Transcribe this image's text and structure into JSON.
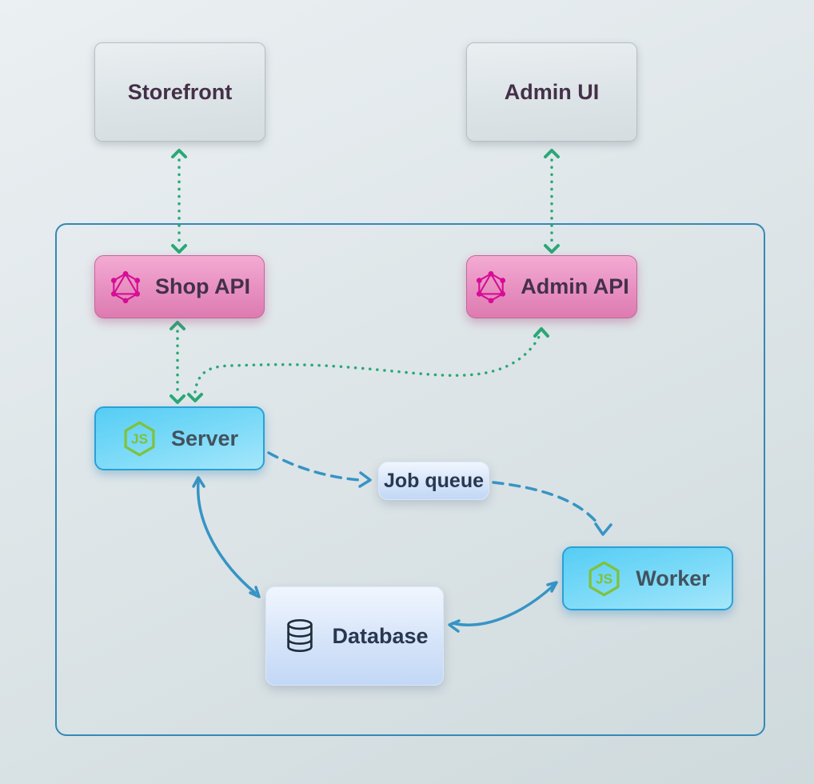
{
  "colors": {
    "arrow-green": "#2aa876",
    "arrow-blue": "#3794c4",
    "container-border": "#3489b6",
    "graphql-pink": "#d60d95",
    "nodejs-green": "#7fc23c",
    "database-ink": "#1f2c3a",
    "api-box-pink": "#e78fc0",
    "node-box-cyan": "#7edbf8"
  },
  "diagram": {
    "nodes": {
      "storefront": {
        "label": "Storefront"
      },
      "admin_ui": {
        "label": "Admin UI"
      },
      "shop_api": {
        "label": "Shop API",
        "icon": "graphql-icon"
      },
      "admin_api": {
        "label": "Admin API",
        "icon": "graphql-icon"
      },
      "server": {
        "label": "Server",
        "icon": "nodejs-icon"
      },
      "job_queue": {
        "label": "Job queue"
      },
      "worker": {
        "label": "Worker",
        "icon": "nodejs-icon"
      },
      "database": {
        "label": "Database",
        "icon": "database-icon"
      }
    },
    "edges": [
      {
        "from": "Storefront",
        "to": "Shop API",
        "style": "dotted",
        "direction": "both"
      },
      {
        "from": "Admin UI",
        "to": "Admin API",
        "style": "dotted",
        "direction": "both"
      },
      {
        "from": "Shop API",
        "to": "Server",
        "style": "dotted",
        "direction": "both"
      },
      {
        "from": "Server",
        "to": "Admin API",
        "style": "dotted",
        "direction": "both"
      },
      {
        "from": "Server",
        "to": "Job queue",
        "style": "dashed",
        "direction": "forward"
      },
      {
        "from": "Job queue",
        "to": "Worker",
        "style": "dashed",
        "direction": "forward"
      },
      {
        "from": "Server",
        "to": "Database",
        "style": "solid",
        "direction": "both"
      },
      {
        "from": "Database",
        "to": "Worker",
        "style": "solid",
        "direction": "both"
      }
    ]
  }
}
